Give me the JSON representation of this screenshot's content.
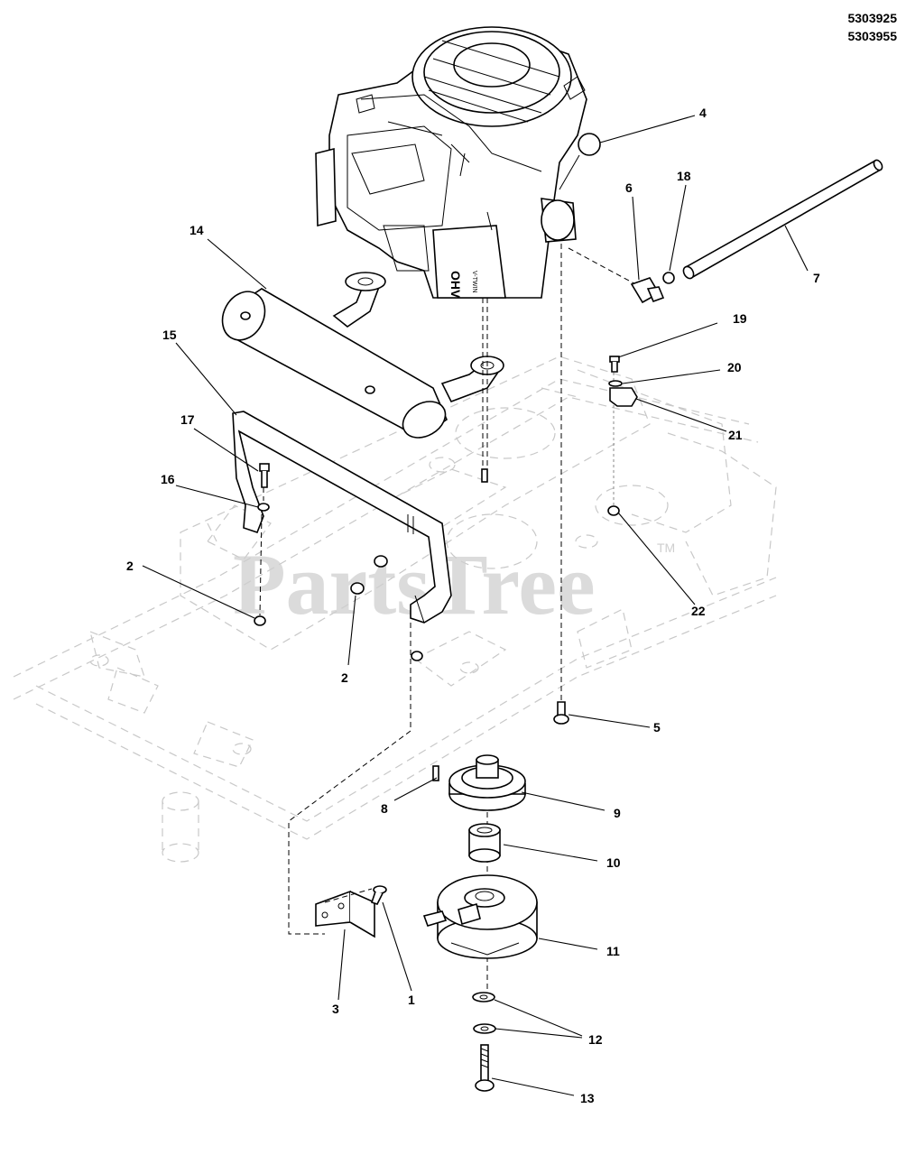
{
  "model_numbers": [
    "5303925",
    "5303955"
  ],
  "watermark": {
    "text": "PartsTree",
    "trademark": "TM"
  },
  "engine_text": {
    "brand": "OHV",
    "sub": "V-TWIN"
  },
  "part_labels": [
    "1",
    "2",
    "2",
    "3",
    "4",
    "5",
    "6",
    "7",
    "8",
    "9",
    "10",
    "11",
    "12",
    "13",
    "14",
    "15",
    "16",
    "17",
    "18",
    "19",
    "20",
    "21",
    "22"
  ]
}
